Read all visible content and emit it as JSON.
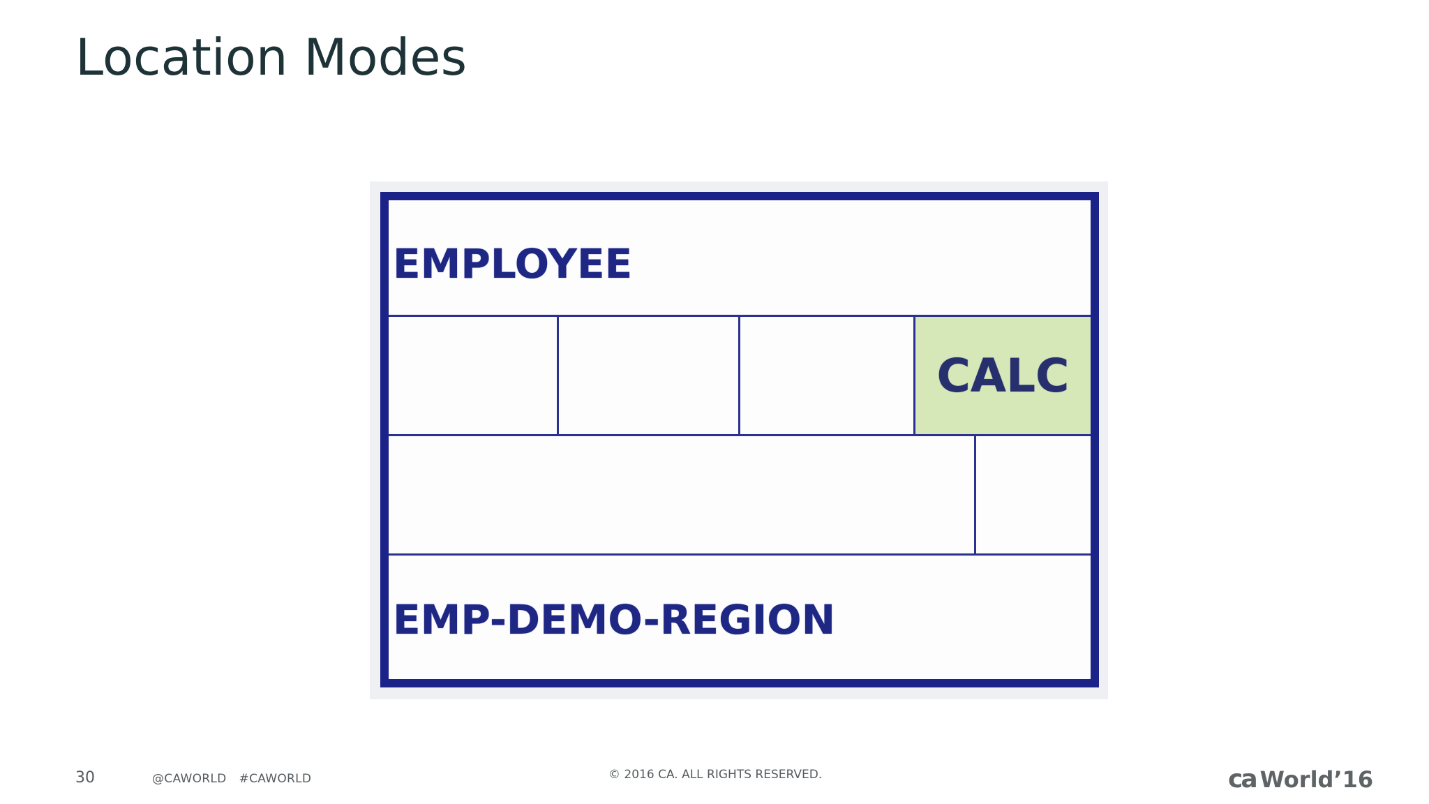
{
  "slide": {
    "title": "Location Modes"
  },
  "diagram": {
    "record_name": "EMPLOYEE",
    "location_mode": "CALC",
    "area_name": "EMP-DEMO-REGION",
    "colors": {
      "border": "#1c2388",
      "text": "#1f2785",
      "calc_fill": "#d6e8b8",
      "frame_background": "#eef0f3"
    }
  },
  "footer": {
    "page_number": "30",
    "twitter_handle": "@CAWORLD",
    "hashtag": "#CAWORLD",
    "copyright": "© 2016 CA. ALL RIGHTS RESERVED.",
    "logo_ca": "ca",
    "logo_text": "World’16"
  }
}
